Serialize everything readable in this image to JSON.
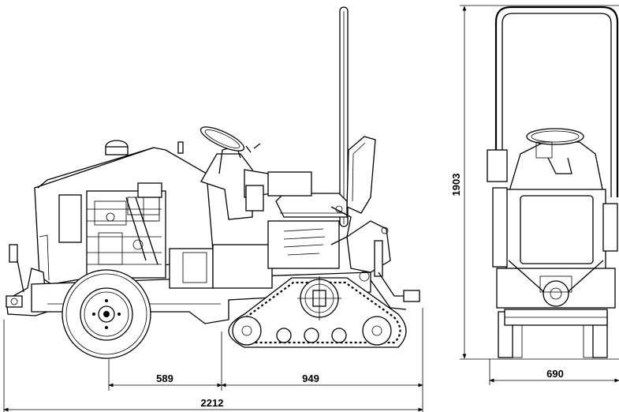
{
  "dimensions": {
    "front_section_length": "589",
    "track_length": "949",
    "overall_length": "2212",
    "overall_height": "1903",
    "overall_width": "690"
  }
}
